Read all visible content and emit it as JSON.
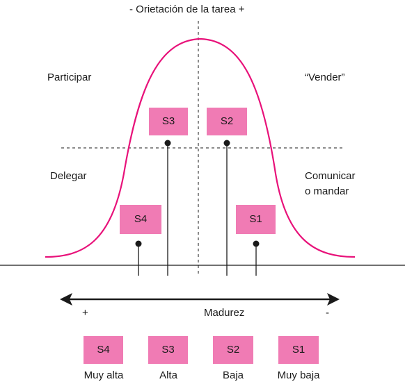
{
  "title": "- Orietación de la tarea +",
  "quadrants": {
    "top_left": "Participar",
    "top_right": "“Vender”",
    "bottom_left": "Delegar",
    "bottom_right_line1": "Comunicar",
    "bottom_right_line2": "o mandar"
  },
  "styles": [
    {
      "id": "S3",
      "label": "S3"
    },
    {
      "id": "S2",
      "label": "S2"
    },
    {
      "id": "S4",
      "label": "S4"
    },
    {
      "id": "S1",
      "label": "S1"
    }
  ],
  "maturity": {
    "plus": "+",
    "label": "Madurez",
    "minus": "-"
  },
  "legend": [
    {
      "label": "S4",
      "caption": "Muy alta"
    },
    {
      "label": "S3",
      "caption": "Alta"
    },
    {
      "label": "S2",
      "caption": "Baja"
    },
    {
      "label": "S1",
      "caption": "Muy baja"
    }
  ],
  "colors": {
    "curve": "#e8127a",
    "box": "#f07bb4",
    "line": "#1a1a1a"
  }
}
